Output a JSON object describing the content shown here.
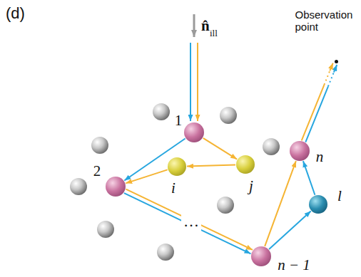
{
  "diagram": {
    "nodes": [
      {
        "text": [
          "1"
        ]
      },
      {
        "text": [
          "2"
        ]
      },
      {
        "text": [
          "i"
        ]
      },
      {
        "text": [
          "j"
        ]
      },
      {
        "text": [
          "n − 1"
        ]
      },
      {
        "text": [
          "l"
        ]
      },
      {
        "text": [
          "n"
        ]
      },
      {
        "text": [
          "Observation point"
        ]
      }
    ],
    "edges": [
      {
        "from": 0,
        "to": 1,
        "arrow": "to"
      },
      {
        "from": 1,
        "to": 4,
        "arrow": "to"
      },
      {
        "from": 4,
        "to": 5,
        "arrow": "to"
      },
      {
        "from": 5,
        "to": 6,
        "arrow": "to"
      },
      {
        "from": 6,
        "to": 7,
        "arrow": "to"
      },
      {
        "from": 0,
        "to": 3,
        "arrow": "to"
      },
      {
        "from": 3,
        "to": 2,
        "arrow": "to"
      },
      {
        "from": 2,
        "to": 1,
        "arrow": "to"
      },
      {
        "from": 1,
        "to": 4,
        "arrow": "to"
      },
      {
        "from": 4,
        "to": 6,
        "arrow": "to"
      },
      {
        "from": 6,
        "to": 7,
        "arrow": "to"
      }
    ],
    "labels": [
      "(d)",
      "n̂",
      "ill",
      "…"
    ]
  }
}
